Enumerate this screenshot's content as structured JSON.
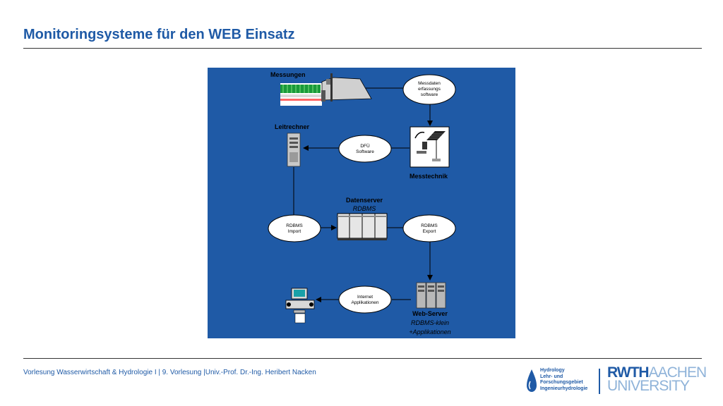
{
  "slide": {
    "title": "Monitoringsysteme für den WEB Einsatz",
    "footer": "Vorlesung Wasserwirtschaft & Hydrologie I | 9. Vorlesung |Univ.-Prof. Dr.-Ing. Heribert Nacken"
  },
  "logos": {
    "hydrology_lines": [
      "Hydrology",
      "Lehr- und",
      "Forschungsgebiet",
      "Ingenieurhydrologie"
    ],
    "rwth": "RWTH",
    "aachen": "AACHEN",
    "university": "UNIVERSITY"
  },
  "diagram": {
    "background_color": "#1f5aa6",
    "labels": {
      "messungen": "Messungen",
      "leitrechner": "Leitrechner",
      "messtechnik": "Messtechnik",
      "datenserver": "Datenserver",
      "rdbms": "RDBMS",
      "webserver": "Web-Server",
      "webserver_sub1": "RDBMS-klein",
      "webserver_sub2": "+Applikationen"
    },
    "ellipses": {
      "messdaten": [
        "Messdaten",
        "erfassungs",
        "software"
      ],
      "dfu": [
        "DFÜ",
        "Software"
      ],
      "rdbms_import": [
        "RDBMS",
        "Import"
      ],
      "rdbms_export": [
        "RDBMS",
        "Export"
      ],
      "internet": [
        "Internet",
        "Applikationen"
      ]
    }
  }
}
